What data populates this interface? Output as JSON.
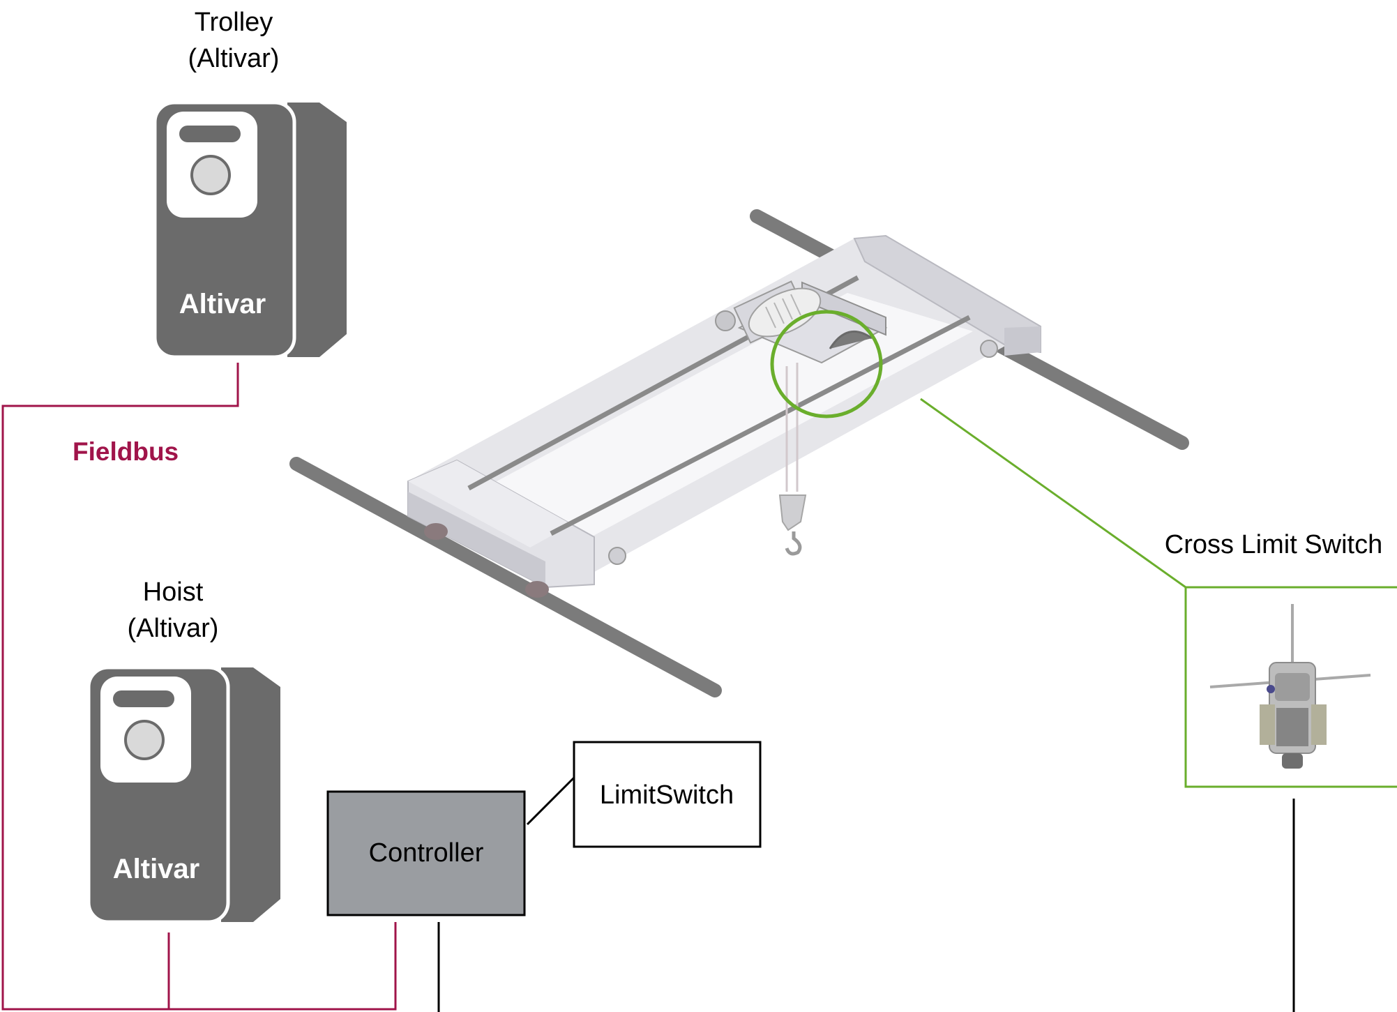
{
  "drives": {
    "trolley": {
      "name": "Trolley",
      "type": "(Altivar)",
      "brand": "Altivar"
    },
    "hoist": {
      "name": "Hoist",
      "type": "(Altivar)",
      "brand": "Altivar"
    }
  },
  "fieldbus": {
    "label": "Fieldbus"
  },
  "controller": {
    "label": "Controller"
  },
  "limit_switch": {
    "label": "LimitSwitch"
  },
  "cross_limit_switch": {
    "label": "Cross Limit Switch"
  },
  "colors": {
    "fieldbus": "#a0144a",
    "cross_limit_switch": "#6aae2c",
    "drive_body": "#6b6b6b",
    "controller_fill": "#9a9da1",
    "wire": "#000000"
  },
  "icons": {
    "drive": "drive-unit-icon",
    "crane": "overhead-crane-illustration",
    "switch": "cross-limit-switch-image"
  }
}
